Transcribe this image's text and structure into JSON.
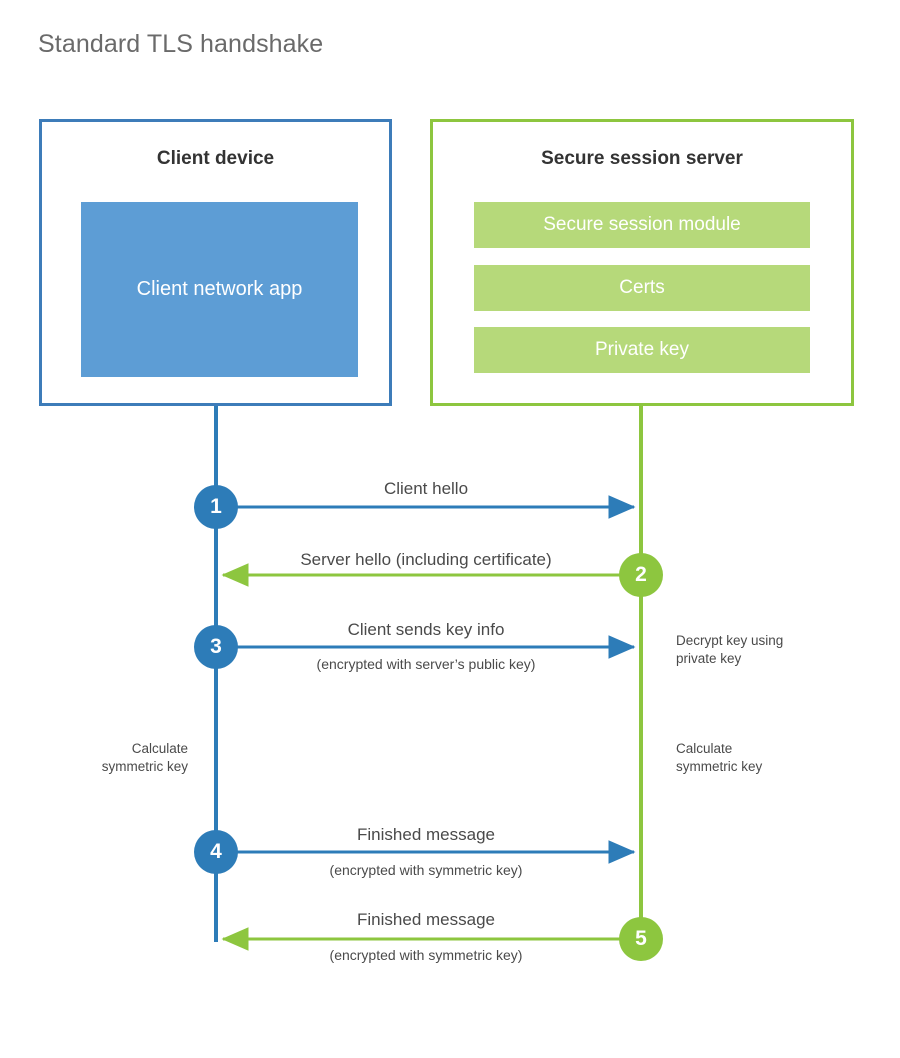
{
  "title": "Standard TLS handshake",
  "colors": {
    "client_border": "#3d7cb9",
    "client_fill": "#5d9dd5",
    "client_circle": "#2d7cb8",
    "server_border": "#8dc63f",
    "server_fill": "#b6d97a",
    "server_circle": "#8dc63f",
    "text": "#4a4a4a",
    "title_text": "#6a6a6a",
    "background": "#ffffff"
  },
  "actors": {
    "client": {
      "title": "Client device",
      "block_label": "Client network app"
    },
    "server": {
      "title": "Secure session server",
      "rows": [
        "Secure session module",
        "Certs",
        "Private key"
      ]
    }
  },
  "steps": [
    {
      "number": "1",
      "label": "Client hello",
      "sub": "",
      "direction": "client-to-server",
      "origin": "client"
    },
    {
      "number": "2",
      "label": "Server hello (including certificate)",
      "sub": "",
      "direction": "server-to-client",
      "origin": "server"
    },
    {
      "number": "3",
      "label": "Client sends key info",
      "sub": "(encrypted with server’s public key)",
      "direction": "client-to-server",
      "origin": "client"
    },
    {
      "number": "4",
      "label": "Finished message",
      "sub": "(encrypted with symmetric key)",
      "direction": "client-to-server",
      "origin": "client"
    },
    {
      "number": "5",
      "label": "Finished message",
      "sub": "(encrypted with symmetric key)",
      "direction": "server-to-client",
      "origin": "server"
    }
  ],
  "annotations": {
    "server_decrypt": "Decrypt key using\nprivate key",
    "client_calculate": "Calculate\nsymmetric key",
    "server_calculate": "Calculate\nsymmetric key"
  }
}
